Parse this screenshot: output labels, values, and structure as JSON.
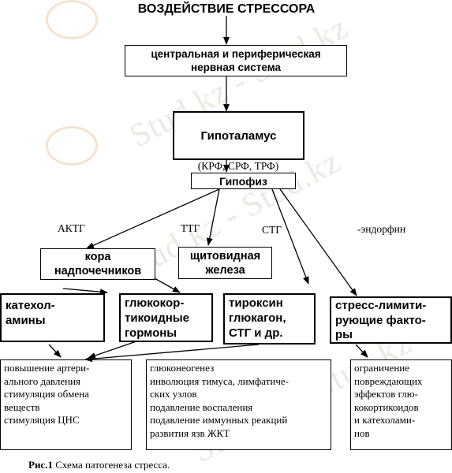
{
  "title": "ВОЗДЕЙСТВИЕ   СТРЕССОРА",
  "nervous_system": [
    "центральная и периферическая",
    "нервная система"
  ],
  "hypothalamus": "Гипоталамус",
  "releasing_factors": "(КРФ, СРФ, ТРФ)",
  "pituitary": "Гипофиз",
  "hormones": {
    "actg": "АКТГ",
    "ttg": "ТТГ",
    "stg": "СТГ",
    "endorphin": "-эндорфин"
  },
  "adrenal_cortex": [
    "кора",
    "надпочечников"
  ],
  "thyroid": [
    "щитовидная",
    "железа"
  ],
  "catecholamines": [
    "катехол-",
    "амины"
  ],
  "glucocorticoids": [
    "глюкокор-",
    "тикоидные",
    "гормоны"
  ],
  "thyroxine": [
    "тироксин",
    "глюкагон,",
    "СТГ и др."
  ],
  "stress_limiting": [
    "стресс-лимити-",
    "рующие факто-",
    "ры"
  ],
  "effects_left": [
    "повышение артери-",
    "ального давления",
    "стимуляция обмена",
    "веществ",
    "стимуляция ЦНС"
  ],
  "effects_middle": [
    "глюконеогенез",
    "инволюция тимуса, лимфатиче-",
    "ских узлов",
    "подавление воспаления",
    "подавление иммунных реакций",
    "развития язв ЖКТ"
  ],
  "effects_right": [
    "ограничение",
    "повреждающих",
    "эффектов глю-",
    "кокортикоидов",
    "и катехолами-",
    "нов"
  ],
  "caption": {
    "label": "Рис.1",
    "text": " Схема патогенеза стресса."
  },
  "watermark": "Stud.kz - Stud.kz",
  "colors": {
    "line": "#000000",
    "watermark_text": "#e6ece2",
    "watermark_logo": "#f2dcc0"
  }
}
